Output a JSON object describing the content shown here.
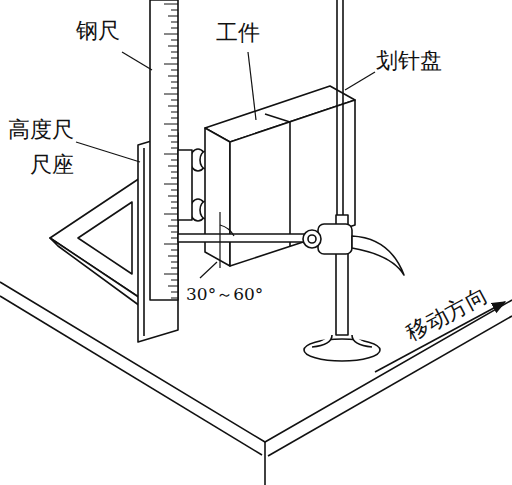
{
  "diagram": {
    "labels": [
      "钢尺",
      "工件",
      "高度尺 尺座",
      "划针盘",
      "30°～60°",
      "移动方向"
    ]
  }
}
